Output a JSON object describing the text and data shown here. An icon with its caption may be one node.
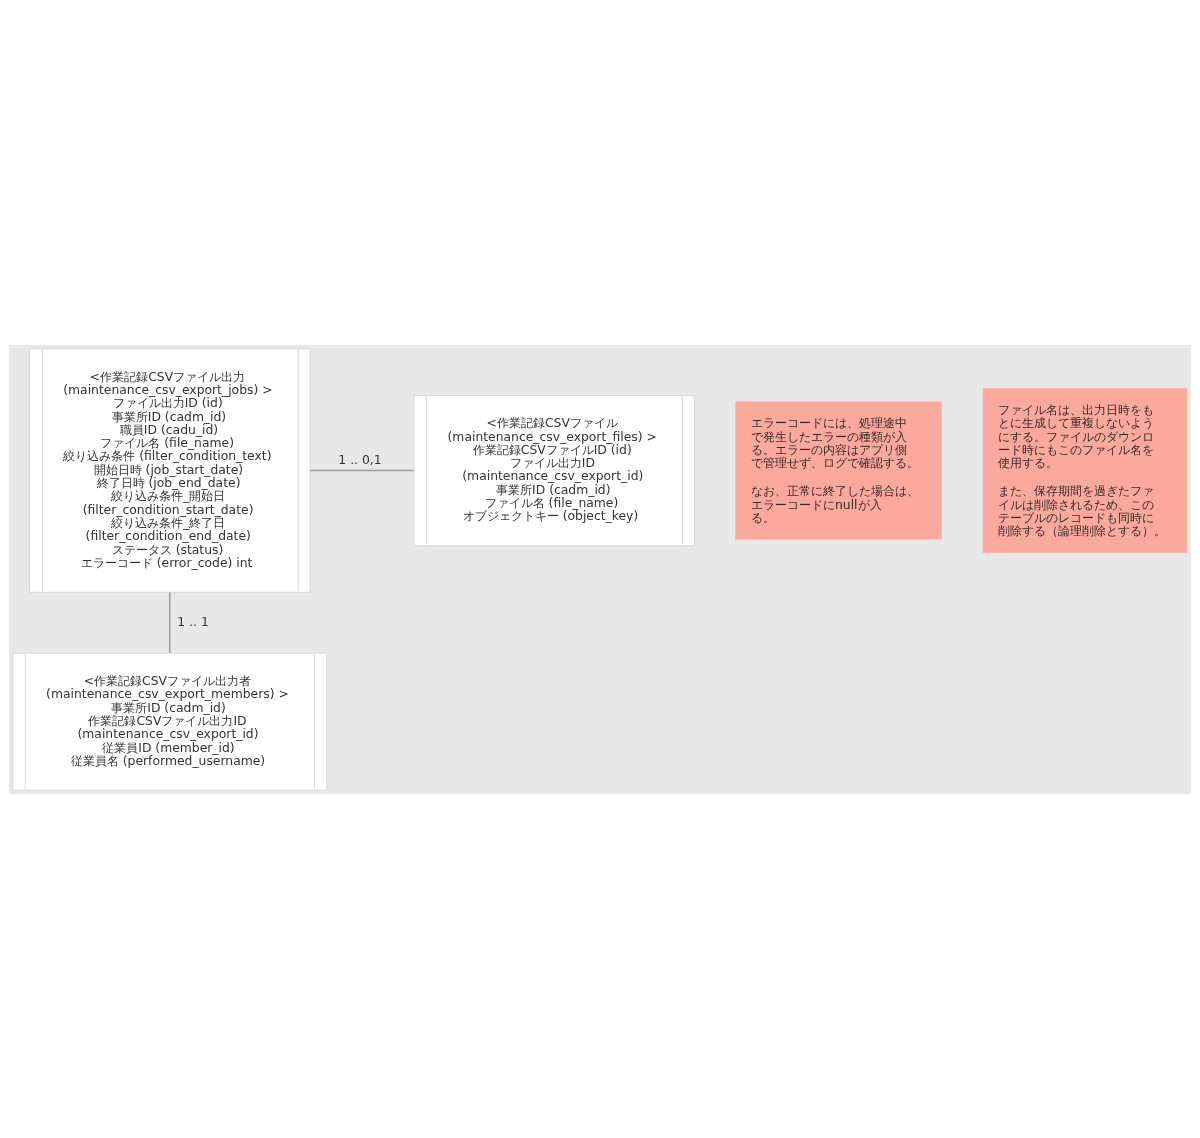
{
  "diagram": {
    "nodes": [
      {
        "text": [
          "エラーコードには、処理途中で発生したエラーの種類が入る。エラーの内容はアプリ側で管理せず、ログで確認する。",
          "なお、正常に終了した場合は、エラーコードにnullが入る。"
        ]
      },
      {
        "text": [
          "ファイル名は、出力日時をもとに生成して重複しないようにする。ファイルのダウンロード時にもこのファイル名を使用する。",
          "また、保存期間を過ぎたファイルは削除されるため、このテーブルのレコードも同時に削除する（論理削除とする）。"
        ]
      },
      {
        "text": [
          "<作業記録CSVファイル出力 (maintenance_csv_export_jobs) >",
          "ファイル出力ID (id)",
          "事業所ID (cadm_id)",
          "職員ID (cadu_id)",
          "ファイル名 (file_name)",
          "絞り込み条件 (filter_condition_text)",
          "開始日時 (job_start_date)",
          "終了日時 (job_end_date)",
          "絞り込み条件_開始日 (filter_condition_start_date)",
          "絞り込み条件_終了日 (filter_condition_end_date)",
          "ステータス (status)",
          "エラーコード (error_code) int"
        ]
      },
      {
        "text": [
          "<作業記録CSVファイル (maintenance_csv_export_files) >",
          "作業記録CSVファイルID (id)",
          "ファイル出力ID (maintenance_csv_export_id)",
          "事業所ID (cadm_id)",
          "ファイル名 (file_name)",
          "オブジェクトキー (object_key)"
        ]
      },
      {
        "text": [
          "<作業記録CSVファイル出力者 (maintenance_csv_export_members) >",
          "事業所ID (cadm_id)",
          "作業記録CSVファイル出力ID (maintenance_csv_export_id)",
          "従業員ID (member_id)",
          "従業員名 (performed_username)"
        ]
      }
    ],
    "edges": [
      {
        "from": 2,
        "to": 3,
        "arrow": "none",
        "label": "1 .. 0,1"
      },
      {
        "from": 2,
        "to": 4,
        "arrow": "none",
        "label": "1 .. 1"
      }
    ]
  }
}
